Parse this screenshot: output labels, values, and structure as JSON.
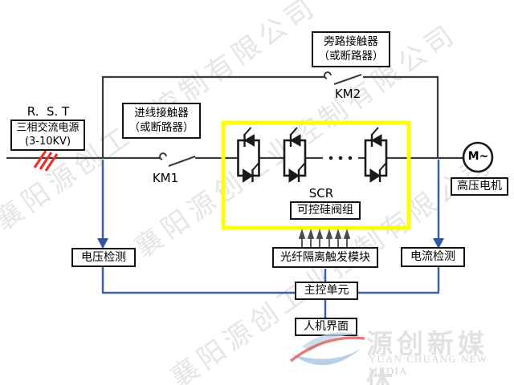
{
  "source": {
    "phases": "R.  S. T",
    "name_line1": "三相交流电源",
    "name_line2": "(3-10KV)"
  },
  "incoming_contactor": {
    "line1": "进线接触器",
    "line2": "（或断路器）",
    "switch_label": "KM1"
  },
  "bypass_contactor": {
    "line1": "旁路接触器",
    "line2": "（或断路器）",
    "switch_label": "KM2"
  },
  "scr": {
    "abbr": "SCR",
    "name": "可控硅阀组"
  },
  "motor": {
    "symbol": "M~",
    "name": "高压电机"
  },
  "detection": {
    "voltage": "电压检测",
    "current": "电流检测"
  },
  "modules": {
    "fiber_trigger": "光纤隔离触发模块",
    "main_control": "主控单元",
    "hmi": "人机界面"
  },
  "watermark": {
    "company": "襄阳源创工业控制有限公司"
  },
  "logo": {
    "name_cn": "源创新媒体",
    "name_en": "YUAN CHUANG NEW MEDIA"
  },
  "colors": {
    "wire": "#3a3a3a",
    "signal_blue": "#3a5eb0",
    "scr_highlight": "#ffff00",
    "phase_mark_red": "#e8332a"
  }
}
